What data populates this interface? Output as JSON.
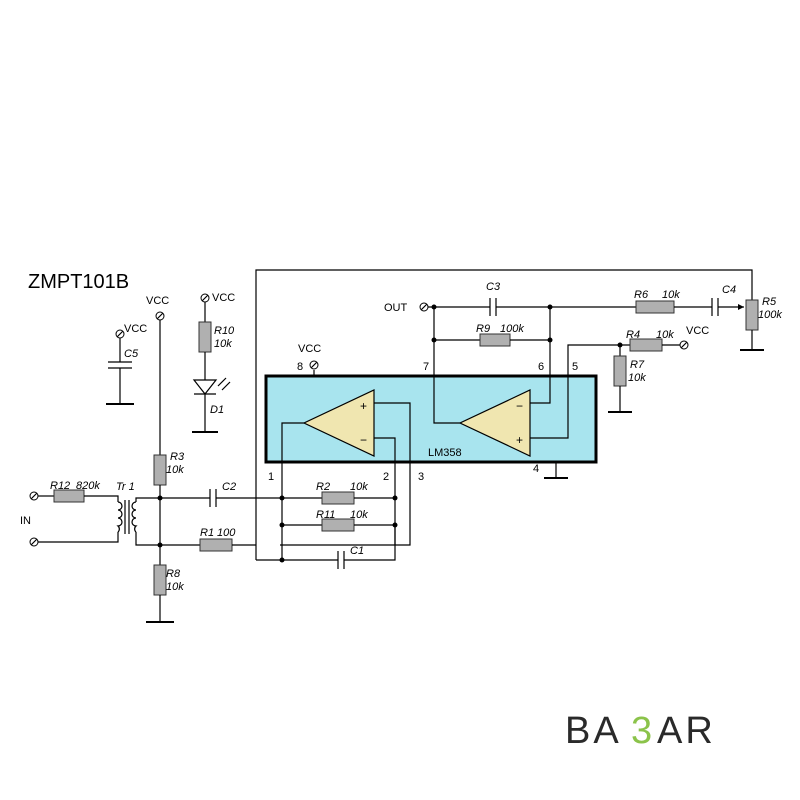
{
  "title": "ZMPT101B",
  "ic": {
    "name": "LM358",
    "color": "#a8e4ee"
  },
  "pins": {
    "p1": "1",
    "p2": "2",
    "p3": "3",
    "p4": "4",
    "p5": "5",
    "p6": "6",
    "p7": "7",
    "p8": "8"
  },
  "power": {
    "vcc": "VCC",
    "out": "OUT",
    "in": "IN"
  },
  "components": {
    "R1": "R1",
    "R1v": "100",
    "R2": "R2",
    "R2v": "10k",
    "R3": "R3",
    "R3v": "10k",
    "R4": "R4",
    "R4v": "10k",
    "R5": "R5",
    "R5v": "100k",
    "R6": "R6",
    "R6v": "10k",
    "R7": "R7",
    "R7v": "10k",
    "R8": "R8",
    "R8v": "10k",
    "R9": "R9",
    "R9v": "100k",
    "R10": "R10",
    "R10v": "10k",
    "R11": "R11",
    "R11v": "10k",
    "R12": "R12",
    "R12v": "820k",
    "C1": "C1",
    "C2": "C2",
    "C3": "C3",
    "C4": "C4",
    "C5": "C5",
    "D1": "D1",
    "Tr": "Tr 1"
  },
  "logo": {
    "part1": "BA",
    "part2": "3",
    "part3": "AR",
    "accent": "#8bc34a",
    "dark": "#2a2a2a"
  }
}
